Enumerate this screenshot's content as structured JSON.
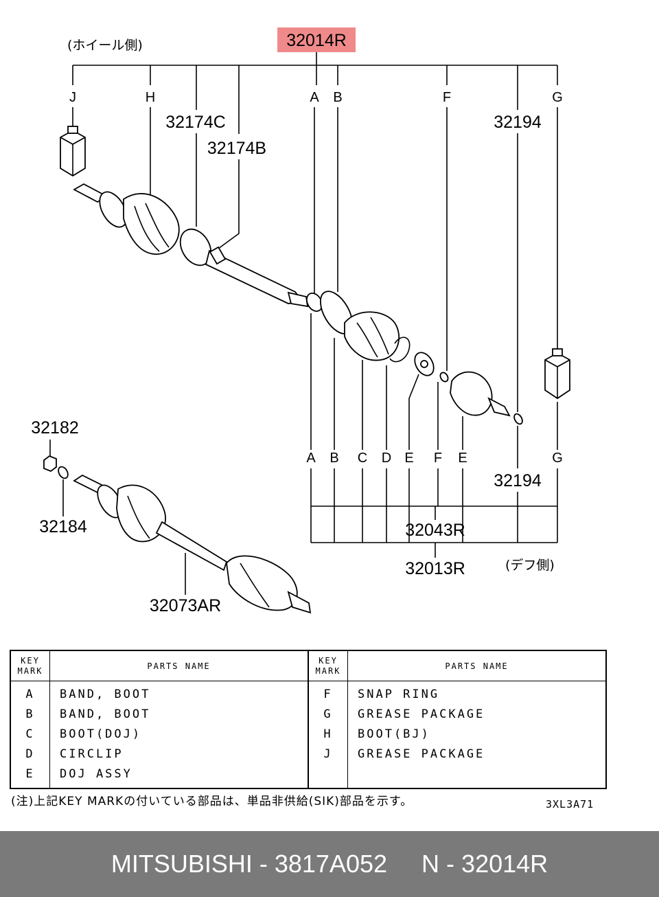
{
  "diagram": {
    "main_part_number": "32014R",
    "highlight_color": "#f08a8a",
    "wheel_side_label": "(ホイール側)",
    "diff_side_label": "(デフ側)",
    "top_letters": {
      "J": "J",
      "H": "H",
      "A": "A",
      "B": "B",
      "F": "F",
      "G": "G"
    },
    "bottom_letters": {
      "A": "A",
      "B": "B",
      "C": "C",
      "D": "D",
      "E1": "E",
      "F": "F",
      "E2": "E",
      "G": "G"
    },
    "part_numbers": {
      "p32174C": "32174C",
      "p32174B": "32174B",
      "p32194_top": "32194",
      "p32194_bottom": "32194",
      "p32182": "32182",
      "p32184": "32184",
      "p32073AR": "32073AR",
      "p32043R": "32043R",
      "p32013R": "32013R"
    }
  },
  "table": {
    "key_mark_header": [
      "KEY",
      "MARK"
    ],
    "parts_name_header": "PARTS NAME",
    "rows": [
      {
        "left_mark": "A",
        "left_name": "BAND, BOOT",
        "right_mark": "F",
        "right_name": "SNAP RING"
      },
      {
        "left_mark": "B",
        "left_name": "BAND, BOOT",
        "right_mark": "G",
        "right_name": "GREASE PACKAGE"
      },
      {
        "left_mark": "C",
        "left_name": "BOOT(DOJ)",
        "right_mark": "H",
        "right_name": "BOOT(BJ)"
      },
      {
        "left_mark": "D",
        "left_name": "CIRCLIP",
        "right_mark": "J",
        "right_name": "GREASE PACKAGE"
      },
      {
        "left_mark": "E",
        "left_name": "DOJ ASSY",
        "right_mark": "",
        "right_name": ""
      }
    ]
  },
  "footnote": "(注)上記KEY MARKの付いている部品は、単品非供給(SIK)部品を示す。",
  "diagram_code": "3XL3A71",
  "footer": {
    "brand": "MITSUBISHI",
    "sep1": " - ",
    "oem_number": "3817A052",
    "gap": "     ",
    "ref_prefix": "N",
    "sep2": " - ",
    "ref_number": "32014R"
  }
}
